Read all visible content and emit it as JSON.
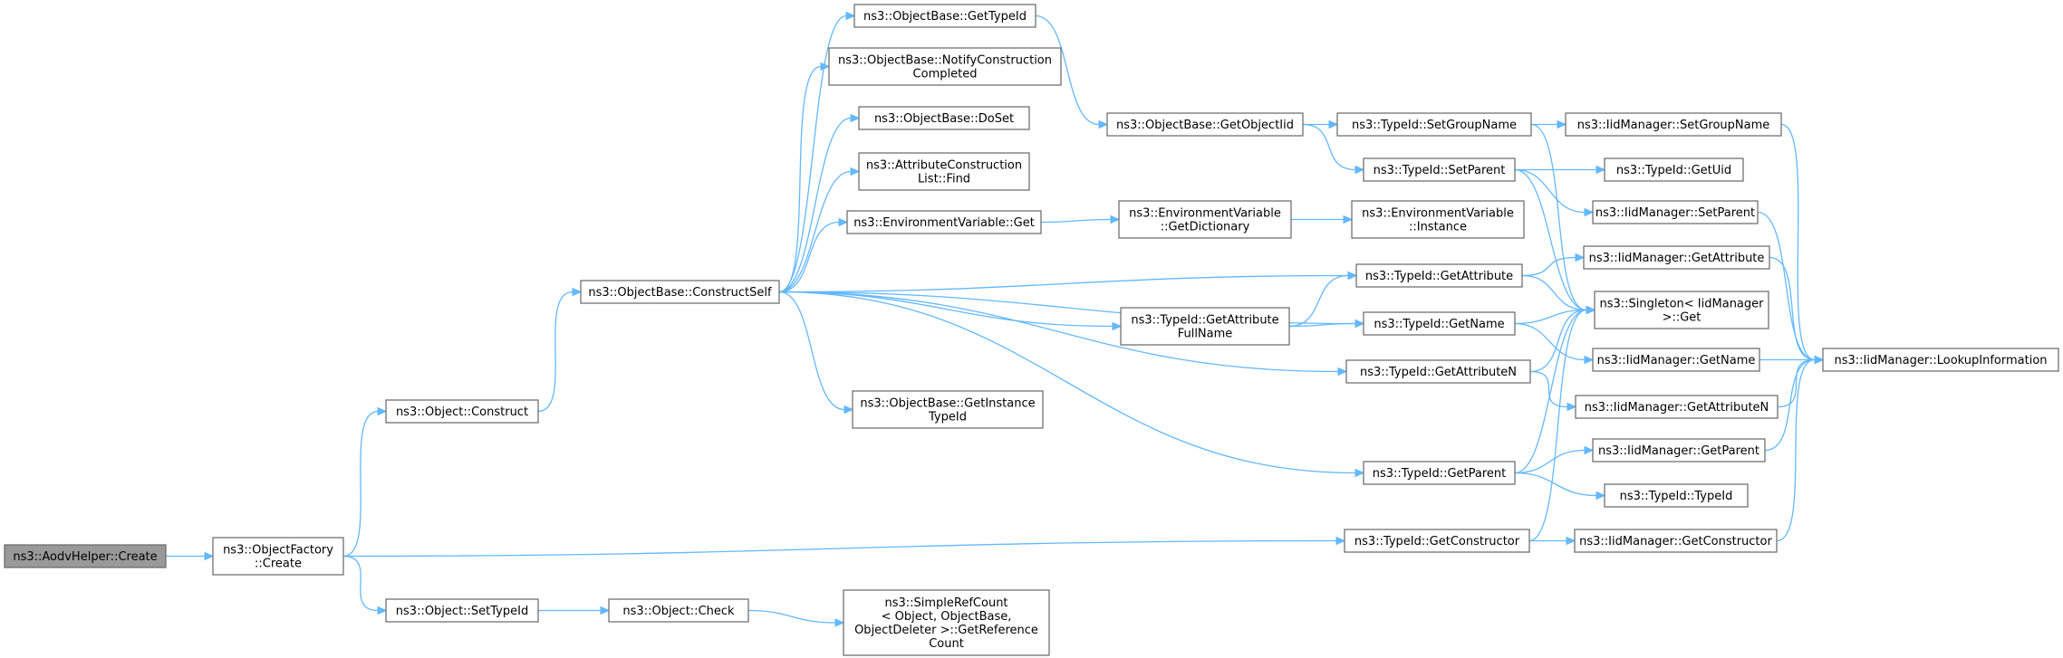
{
  "colors": {
    "edge": "#63b8ff",
    "node_border": "#666666",
    "node_fill": "#ffffff",
    "root_fill": "#999999"
  },
  "nodes": [
    {
      "id": "aodv_create",
      "lines": [
        "ns3::AodvHelper::Create"
      ],
      "root": true
    },
    {
      "id": "factory_create",
      "lines": [
        "ns3::ObjectFactory",
        "::Create"
      ]
    },
    {
      "id": "object_construct",
      "lines": [
        "ns3::Object::Construct"
      ]
    },
    {
      "id": "object_settypeid",
      "lines": [
        "ns3::Object::SetTypeId"
      ]
    },
    {
      "id": "object_check",
      "lines": [
        "ns3::Object::Check"
      ]
    },
    {
      "id": "simplerefcount",
      "lines": [
        "ns3::SimpleRefCount",
        "< Object, ObjectBase,",
        "ObjectDeleter >::GetReference",
        "Count"
      ]
    },
    {
      "id": "constructself",
      "lines": [
        "ns3::ObjectBase::ConstructSelf"
      ]
    },
    {
      "id": "ob_gettypeid",
      "lines": [
        "ns3::ObjectBase::GetTypeId"
      ]
    },
    {
      "id": "ob_notify",
      "lines": [
        "ns3::ObjectBase::NotifyConstruction",
        "Completed"
      ]
    },
    {
      "id": "ob_doset",
      "lines": [
        "ns3::ObjectBase::DoSet"
      ]
    },
    {
      "id": "acl_find",
      "lines": [
        "ns3::AttributeConstruction",
        "List::Find"
      ]
    },
    {
      "id": "envvar_get",
      "lines": [
        "ns3::EnvironmentVariable::Get"
      ]
    },
    {
      "id": "ob_getinstance",
      "lines": [
        "ns3::ObjectBase::GetInstance",
        "TypeId"
      ]
    },
    {
      "id": "ob_getobjectiid",
      "lines": [
        "ns3::ObjectBase::GetObjectIid"
      ]
    },
    {
      "id": "envvar_getdict",
      "lines": [
        "ns3::EnvironmentVariable",
        "::GetDictionary"
      ]
    },
    {
      "id": "envvar_instance",
      "lines": [
        "ns3::EnvironmentVariable",
        "::Instance"
      ]
    },
    {
      "id": "tid_getattrfull",
      "lines": [
        "ns3::TypeId::GetAttribute",
        "FullName"
      ]
    },
    {
      "id": "tid_setgroupname",
      "lines": [
        "ns3::TypeId::SetGroupName"
      ]
    },
    {
      "id": "tid_setparent",
      "lines": [
        "ns3::TypeId::SetParent"
      ]
    },
    {
      "id": "tid_getattribute",
      "lines": [
        "ns3::TypeId::GetAttribute"
      ]
    },
    {
      "id": "tid_getname",
      "lines": [
        "ns3::TypeId::GetName"
      ]
    },
    {
      "id": "tid_getattributen",
      "lines": [
        "ns3::TypeId::GetAttributeN"
      ]
    },
    {
      "id": "tid_getparent",
      "lines": [
        "ns3::TypeId::GetParent"
      ]
    },
    {
      "id": "tid_getconstructor",
      "lines": [
        "ns3::TypeId::GetConstructor"
      ]
    },
    {
      "id": "iid_setgroupname",
      "lines": [
        "ns3::IidManager::SetGroupName"
      ]
    },
    {
      "id": "tid_getuid",
      "lines": [
        "ns3::TypeId::GetUid"
      ]
    },
    {
      "id": "iid_setparent",
      "lines": [
        "ns3::IidManager::SetParent"
      ]
    },
    {
      "id": "iid_getattribute",
      "lines": [
        "ns3::IidManager::GetAttribute"
      ]
    },
    {
      "id": "singleton_get",
      "lines": [
        "ns3::Singleton< IidManager",
        ">::Get"
      ]
    },
    {
      "id": "iid_getname",
      "lines": [
        "ns3::IidManager::GetName"
      ]
    },
    {
      "id": "iid_getattributen",
      "lines": [
        "ns3::IidManager::GetAttributeN"
      ]
    },
    {
      "id": "iid_getparent",
      "lines": [
        "ns3::IidManager::GetParent"
      ]
    },
    {
      "id": "tid_typeid",
      "lines": [
        "ns3::TypeId::TypeId"
      ]
    },
    {
      "id": "iid_getconstructor",
      "lines": [
        "ns3::IidManager::GetConstructor"
      ]
    },
    {
      "id": "iid_lookup",
      "lines": [
        "ns3::IidManager::LookupInformation"
      ]
    }
  ],
  "edges": [
    [
      "aodv_create",
      "factory_create"
    ],
    [
      "factory_create",
      "object_construct"
    ],
    [
      "factory_create",
      "object_settypeid"
    ],
    [
      "factory_create",
      "tid_getconstructor"
    ],
    [
      "object_construct",
      "constructself"
    ],
    [
      "object_settypeid",
      "object_check"
    ],
    [
      "object_check",
      "simplerefcount"
    ],
    [
      "constructself",
      "ob_gettypeid"
    ],
    [
      "constructself",
      "ob_notify"
    ],
    [
      "constructself",
      "ob_doset"
    ],
    [
      "constructself",
      "acl_find"
    ],
    [
      "constructself",
      "envvar_get"
    ],
    [
      "constructself",
      "ob_getinstance"
    ],
    [
      "constructself",
      "tid_getattribute"
    ],
    [
      "constructself",
      "tid_getattrfull"
    ],
    [
      "constructself",
      "tid_getattributen"
    ],
    [
      "constructself",
      "tid_getname"
    ],
    [
      "constructself",
      "tid_getparent"
    ],
    [
      "ob_gettypeid",
      "ob_getobjectiid"
    ],
    [
      "ob_getobjectiid",
      "tid_setgroupname"
    ],
    [
      "ob_getobjectiid",
      "tid_setparent"
    ],
    [
      "envvar_get",
      "envvar_getdict"
    ],
    [
      "envvar_getdict",
      "envvar_instance"
    ],
    [
      "tid_getattrfull",
      "tid_getattribute"
    ],
    [
      "tid_getattrfull",
      "tid_getname"
    ],
    [
      "tid_setgroupname",
      "iid_setgroupname"
    ],
    [
      "tid_setgroupname",
      "singleton_get"
    ],
    [
      "tid_setparent",
      "tid_getuid"
    ],
    [
      "tid_setparent",
      "iid_setparent"
    ],
    [
      "tid_setparent",
      "singleton_get"
    ],
    [
      "tid_getattribute",
      "iid_getattribute"
    ],
    [
      "tid_getattribute",
      "singleton_get"
    ],
    [
      "tid_getname",
      "singleton_get"
    ],
    [
      "tid_getname",
      "iid_getname"
    ],
    [
      "tid_getattributen",
      "singleton_get"
    ],
    [
      "tid_getattributen",
      "iid_getattributen"
    ],
    [
      "tid_getparent",
      "singleton_get"
    ],
    [
      "tid_getparent",
      "iid_getparent"
    ],
    [
      "tid_getparent",
      "tid_typeid"
    ],
    [
      "tid_getconstructor",
      "singleton_get"
    ],
    [
      "tid_getconstructor",
      "iid_getconstructor"
    ],
    [
      "iid_setgroupname",
      "iid_lookup"
    ],
    [
      "iid_setparent",
      "iid_lookup"
    ],
    [
      "iid_getattribute",
      "iid_lookup"
    ],
    [
      "iid_getname",
      "iid_lookup"
    ],
    [
      "iid_getattributen",
      "iid_lookup"
    ],
    [
      "iid_getparent",
      "iid_lookup"
    ],
    [
      "iid_getconstructor",
      "iid_lookup"
    ]
  ]
}
